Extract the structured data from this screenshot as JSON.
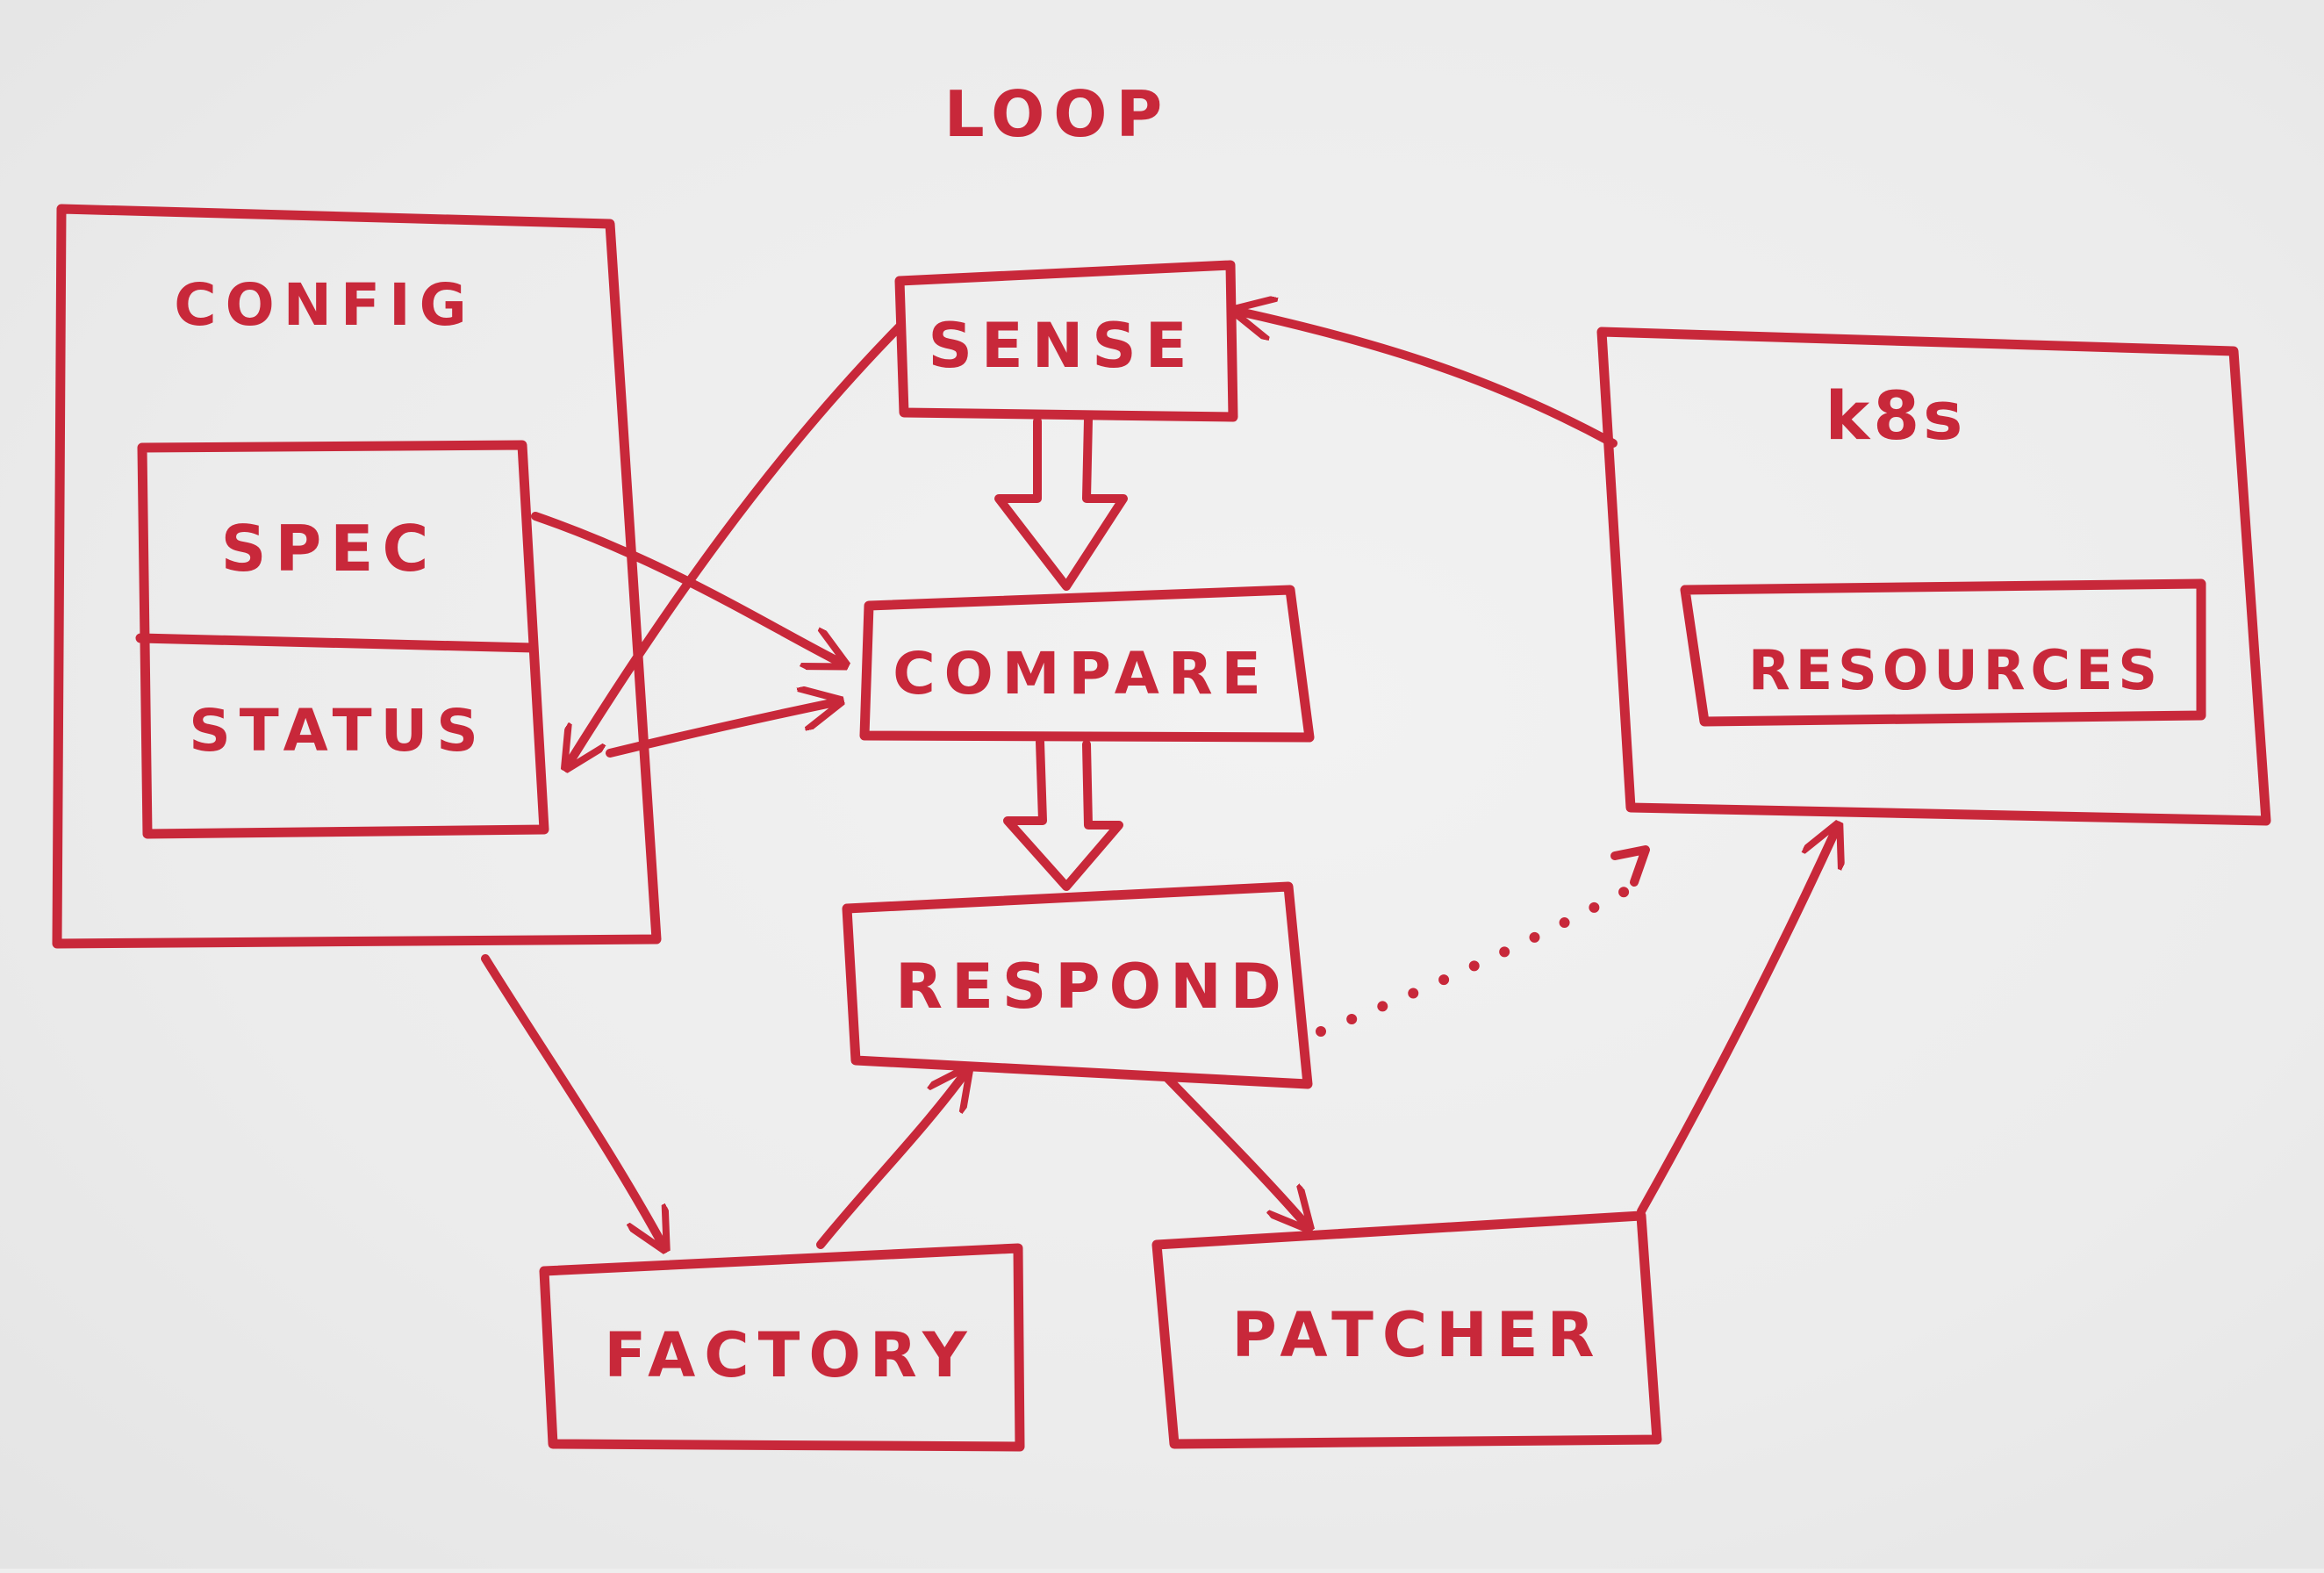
{
  "diagram": {
    "title": "LOOP",
    "config": {
      "label": "CONFIG",
      "spec_label": "SPEC",
      "status_label": "STATUS"
    },
    "loop": {
      "sense_label": "SENSE",
      "compare_label": "COMPARE",
      "respond_label": "RESPOND"
    },
    "k8s": {
      "label": "k8s",
      "resources_label": "RESOURCES"
    },
    "factory_label": "FACTORY",
    "patcher_label": "PATCHER",
    "ink_color": "#c8283a",
    "paper_color": "#eeeeee"
  }
}
